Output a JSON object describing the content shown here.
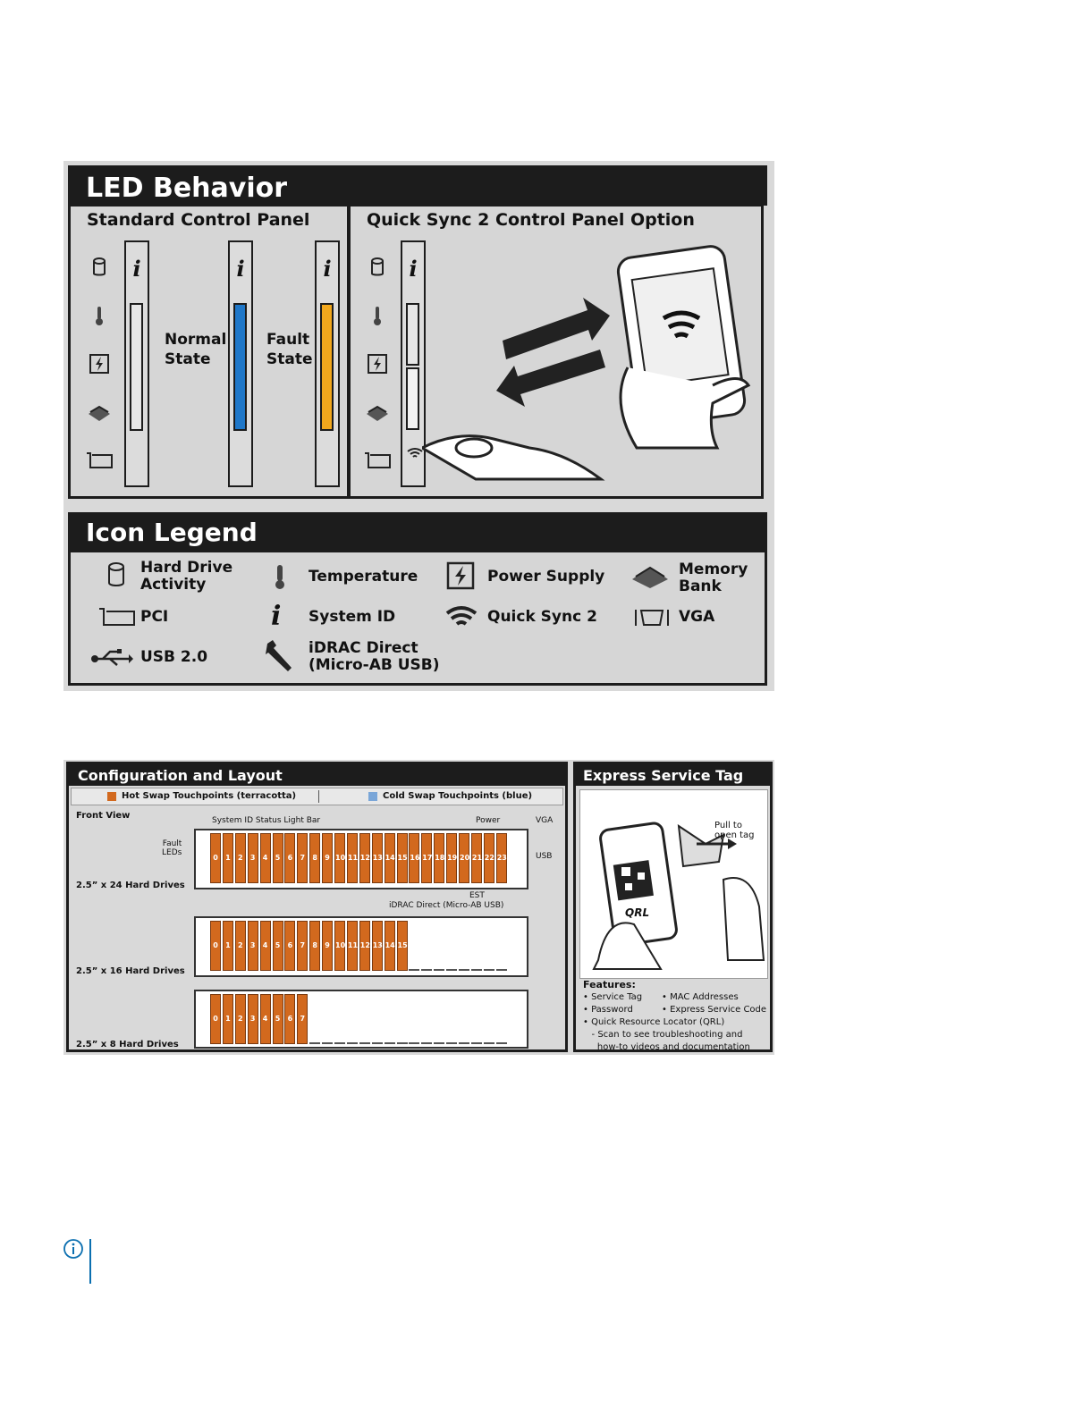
{
  "led_behavior": {
    "title": "LED Behavior",
    "standard_panel": {
      "title": "Standard Control Panel",
      "normal_state": "Normal\nState",
      "fault_state": "Fault\nState"
    },
    "quick_sync_panel": {
      "title": "Quick Sync 2 Control Panel Option"
    },
    "colors": {
      "normal": "#1f77c8",
      "fault": "#f2a81d",
      "dark": "#1c1c1c",
      "panel": "#d6d6d6"
    }
  },
  "icon_legend": {
    "title": "Icon Legend",
    "items": [
      {
        "icon": "hard-drive-icon",
        "label": "Hard Drive\nActivity"
      },
      {
        "icon": "thermometer-icon",
        "label": "Temperature"
      },
      {
        "icon": "power-supply-icon",
        "label": "Power Supply"
      },
      {
        "icon": "memory-bank-icon",
        "label": "Memory\nBank"
      },
      {
        "icon": "pci-icon",
        "label": "PCI"
      },
      {
        "icon": "system-id-icon",
        "label": "System ID"
      },
      {
        "icon": "wifi-icon",
        "label": "Quick Sync 2"
      },
      {
        "icon": "vga-icon",
        "label": "VGA"
      },
      {
        "icon": "usb-icon",
        "label": "USB 2.0"
      },
      {
        "icon": "wrench-icon",
        "label": "iDRAC Direct\n(Micro-AB USB)"
      }
    ]
  },
  "configuration": {
    "title": "Configuration and Layout",
    "hot_swap": "Hot Swap Touchpoints (terracotta)",
    "cold_swap": "Cold Swap Touchpoints (blue)",
    "hot_color": "#d2691e",
    "cold_color": "#7aa6d8",
    "front_view": "Front View",
    "callouts": {
      "system_id": "System ID Status Light Bar",
      "power": "Power",
      "vga": "VGA",
      "usb": "USB",
      "fault_leds": "Fault\nLEDs",
      "est": "EST",
      "idrac": "iDRAC Direct (Micro-AB USB)"
    },
    "configs": [
      {
        "label": "2.5” x 24 Hard Drives",
        "drives": [
          "0",
          "1",
          "2",
          "3",
          "4",
          "5",
          "6",
          "7",
          "8",
          "9",
          "10",
          "11",
          "12",
          "13",
          "14",
          "15",
          "16",
          "17",
          "18",
          "19",
          "20",
          "21",
          "22",
          "23"
        ]
      },
      {
        "label": "2.5” x 16 Hard Drives",
        "drives": [
          "0",
          "1",
          "2",
          "3",
          "4",
          "5",
          "6",
          "7",
          "8",
          "9",
          "10",
          "11",
          "12",
          "13",
          "14",
          "15"
        ]
      },
      {
        "label": "2.5” x 8 Hard Drives",
        "drives": [
          "0",
          "1",
          "2",
          "3",
          "4",
          "5",
          "6",
          "7"
        ]
      }
    ]
  },
  "express_service_tag": {
    "title": "Express Service Tag",
    "pull": "Pull to\nopen tag",
    "qrl": "QRL",
    "features_title": "Features:",
    "features_col1": "• Service Tag\n• Password\n• Quick Resource Locator (QRL)\n   - Scan to see troubleshooting and\n     how-to videos and documentation",
    "features_col2": "• MAC Addresses\n• Express Service Code"
  },
  "note": {
    "icon": "info-icon",
    "accent": "#0b6fb0"
  }
}
